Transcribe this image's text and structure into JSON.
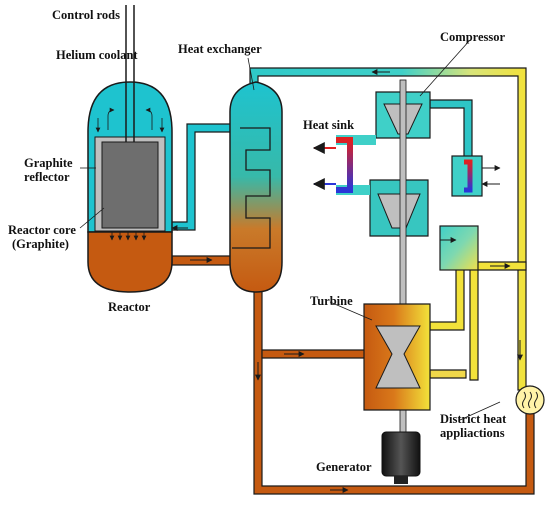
{
  "labels": {
    "control_rods": "Control rods",
    "helium_coolant": "Helium coolant",
    "graphite_reflector_l1": "Graphite",
    "graphite_reflector_l2": "reflector",
    "reactor_core_l1": "Reactor core",
    "reactor_core_l2": "(Graphite)",
    "reactor": "Reactor",
    "heat_exchanger": "Heat exchanger",
    "compressor": "Compressor",
    "heat_sink": "Heat sink",
    "turbine": "Turbine",
    "generator": "Generator",
    "district_heat_l1": "District heat",
    "district_heat_l2": "appliactions"
  },
  "colors": {
    "cold_cyan": "#1ec3cf",
    "cool_teal": "#3fd0c8",
    "warm_yellow": "#f2e23a",
    "hot_orange": "#c55a11",
    "graphite_gray": "#6e6e6e",
    "steel_gray": "#bfbfbf",
    "outline": "#1a1a1a",
    "hx_red": "#e02020",
    "hx_blue": "#2a36d8"
  },
  "icons": {
    "district_heat": "heat-waves-icon"
  }
}
